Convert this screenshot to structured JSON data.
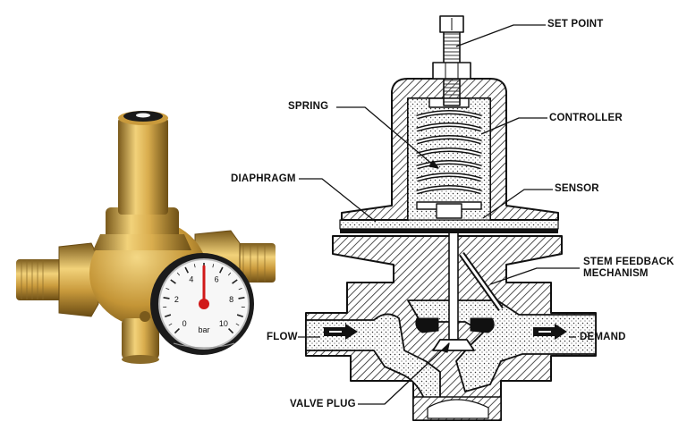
{
  "photo": {
    "gauge_scale": [
      "0",
      "2",
      "4",
      "6",
      "8",
      "10"
    ],
    "gauge_unit": "bar",
    "gauge_reading_bar": 5.0,
    "colors": {
      "brass_light": "#f2d27a",
      "brass_mid": "#c99a3c",
      "brass_dark": "#7a5a1c",
      "needle": "#d11a1a"
    }
  },
  "diagram": {
    "labels": {
      "set_point": "SET POINT",
      "spring": "SPRING",
      "controller": "CONTROLLER",
      "diaphragm": "DIAPHRAGM",
      "sensor": "SENSOR",
      "stem_feedback_1": "STEM FEEDBACK",
      "stem_feedback_2": "MECHANISM",
      "flow": "FLOW",
      "demand": "DEMAND",
      "valve_plug": "VALVE PLUG"
    }
  }
}
